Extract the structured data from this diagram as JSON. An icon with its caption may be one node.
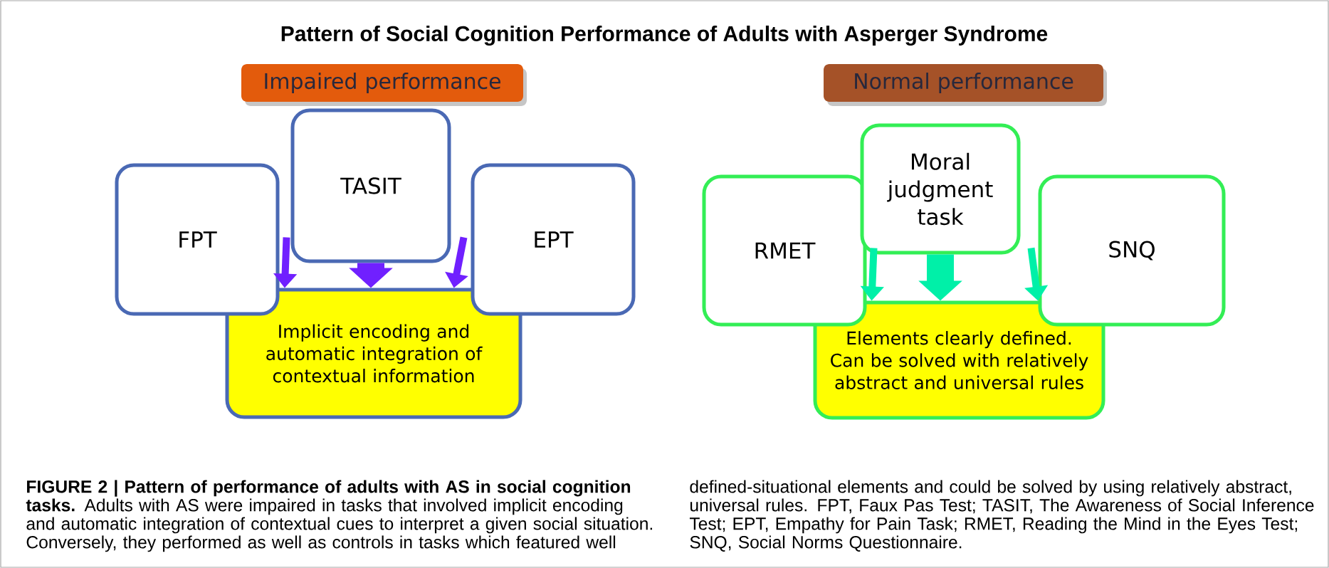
{
  "diagram": {
    "title": "Pattern of Social Cognition Performance of Adults with Asperger Syndrome",
    "caption": "**FIGURE 2 | Pattern of performance of adults with AS in social cognition tasks.** Adults with AS were impaired in tasks that involved implicit encoding and automatic integration of contextual cues to interpret a given social situation. Conversely, they performed as well as controls in tasks which featured well defined-situational elements and could be solved by using relatively abstract, universal rules. FPT, Faux Pas Test; TASIT, The Awareness of Social Inference Test; EPT, Empathy for Pain Task; RMET, Reading the Mind in the Eyes Test; SNQ, Social Norms Questionnaire.",
    "nodes": [
      {
        "text": [
          "Impaired performance"
        ]
      },
      {
        "text": [
          "FPT"
        ]
      },
      {
        "text": [
          "TASIT"
        ]
      },
      {
        "text": [
          "EPT"
        ]
      },
      {
        "text": [
          "Implicit encoding and automatic integration of contextual information"
        ]
      },
      {
        "text": [
          "Normal performance"
        ]
      },
      {
        "text": [
          "RMET"
        ]
      },
      {
        "text": [
          "Moral judgment task"
        ]
      },
      {
        "text": [
          "SNQ"
        ]
      },
      {
        "text": [
          "Elements clearly defined. Can be solved with relatively abstract and universal rules"
        ]
      }
    ],
    "edges": [
      {
        "from": 1,
        "to": 4,
        "arrow": "to",
        "color": "#7020ff"
      },
      {
        "from": 2,
        "to": 4,
        "arrow": "to",
        "style": "thick",
        "color": "#7020ff"
      },
      {
        "from": 3,
        "to": 4,
        "arrow": "to",
        "color": "#7020ff"
      },
      {
        "from": 6,
        "to": 9,
        "arrow": "to",
        "color": "#00f0a8"
      },
      {
        "from": 7,
        "to": 9,
        "arrow": "to",
        "style": "thick",
        "color": "#00f0a8"
      },
      {
        "from": 8,
        "to": 9,
        "arrow": "to",
        "color": "#00f0a8"
      }
    ]
  }
}
